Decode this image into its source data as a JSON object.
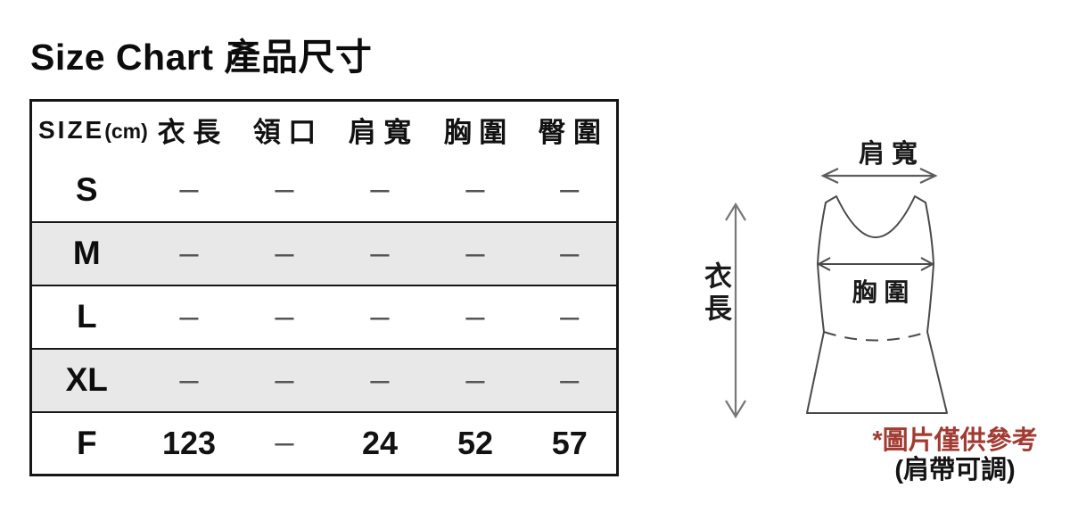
{
  "title": "Size Chart 產品尺寸",
  "table": {
    "header": {
      "size_label": "SIZE",
      "unit": "(cm)",
      "columns": [
        "衣 長",
        "領 口",
        "肩 寬",
        "胸 圍",
        "臀 圍"
      ]
    },
    "rows": [
      {
        "size": "S",
        "cells": [
          "–",
          "–",
          "–",
          "–",
          "–"
        ]
      },
      {
        "size": "M",
        "cells": [
          "–",
          "–",
          "–",
          "–",
          "–"
        ]
      },
      {
        "size": "L",
        "cells": [
          "–",
          "–",
          "–",
          "–",
          "–"
        ]
      },
      {
        "size": "XL",
        "cells": [
          "–",
          "–",
          "–",
          "–",
          "–"
        ]
      },
      {
        "size": "F",
        "cells": [
          "123",
          "–",
          "24",
          "52",
          "57"
        ]
      }
    ],
    "zebra_color": "#e8e8e8"
  },
  "diagram": {
    "labels": {
      "shoulder": "肩 寬",
      "length": "衣長",
      "chest": "胸 圍"
    },
    "notes": {
      "reference": "*圖片僅供參考",
      "reference_color": "#a23b32",
      "strap": "(肩帶可調)"
    }
  }
}
